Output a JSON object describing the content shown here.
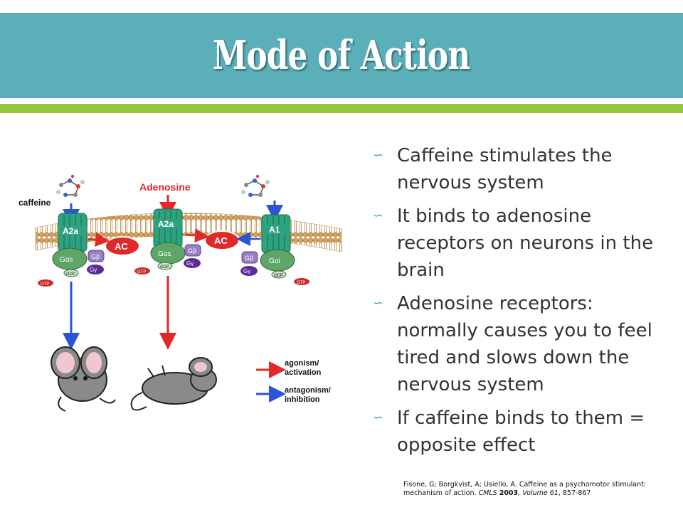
{
  "slide": {
    "title": "Mode of Action",
    "bullet_glyph": "∽",
    "bullets": [
      "Caffeine stimulates the nervous system",
      "It binds to adenosine receptors on neurons in the brain",
      "Adenosine receptors: normally causes you to feel tired and slows down the nervous system",
      "If caffeine binds to them = opposite effect"
    ],
    "citation": {
      "authors": "Fisone, G; Borgkvist, A; Usiello, A. Caffeine as a psychomotor stimulant: mechanism of action. ",
      "journal": "CMLS",
      "year": "2003",
      "volume": ", Volume 61",
      "pages": ", 857-867"
    }
  },
  "figure": {
    "label_caffeine": "caffeine",
    "label_adenosine": "Adenosine",
    "receptor_a2a_left": "A2a",
    "receptor_a2a_mid": "A2a",
    "receptor_a1": "A1",
    "ac_left": "AC",
    "ac_right": "AC",
    "g_alpha_s": "Gαs",
    "g_alpha_i": "Gαi",
    "g_beta": "Gβ",
    "g_gamma": "Gγ",
    "gdp": "GDP",
    "gtp": "GTP",
    "legend_agonism_1": "agonism/",
    "legend_agonism_2": "activation",
    "legend_antagonism_1": "antagonism/",
    "legend_antagonism_2": "inhibition",
    "colors": {
      "header": "#5aafb8",
      "accent_rule": "#93c83e",
      "agonism": "#e02a2a",
      "antagonism": "#2a55d6",
      "receptor": "#2ea27f",
      "g_protein": "#5fa567",
      "ac": "#e02a2a",
      "membrane": "#d8a35a"
    }
  }
}
